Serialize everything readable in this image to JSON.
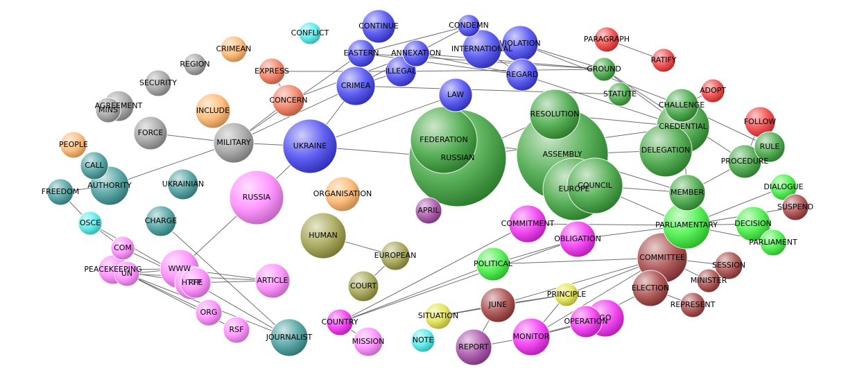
{
  "palette": {
    "blue": "#3b3bf0",
    "green": "#35a035",
    "lime": "#33ee33",
    "gray": "#9a9a9a",
    "teal": "#3a9696",
    "cyan": "#40e8e8",
    "peach": "#ffb060",
    "salmon": "#f07050",
    "red": "#f03030",
    "pink": "#ff80ff",
    "magenta": "#f020f0",
    "purple": "#a040a0",
    "maroon": "#a03838",
    "olive": "#9a9a40",
    "yellow": "#e0e040",
    "edge": "#555555"
  },
  "nodes": [
    {
      "id": "CONTINUE",
      "label": "CONTINUE",
      "color": "blue"
    },
    {
      "id": "CONDEMN",
      "label": "CONDEMN",
      "color": "blue"
    },
    {
      "id": "CONFLICT",
      "label": "CONFLICT",
      "color": "cyan"
    },
    {
      "id": "EASTERN",
      "label": "EASTERN",
      "color": "blue"
    },
    {
      "id": "ANNEXATION",
      "label": "ANNEXATION",
      "color": "blue"
    },
    {
      "id": "INTERNATIONAL",
      "label": "INTERNATIONAL",
      "color": "blue"
    },
    {
      "id": "VIOLATION",
      "label": "VIOLATION",
      "color": "blue"
    },
    {
      "id": "ILLEGAL",
      "label": "ILLEGAL",
      "color": "blue"
    },
    {
      "id": "REGARD",
      "label": "REGARD",
      "color": "blue"
    },
    {
      "id": "CRIMEA",
      "label": "CRIMEA",
      "color": "blue"
    },
    {
      "id": "LAW",
      "label": "LAW",
      "color": "blue"
    },
    {
      "id": "UKRAINE",
      "label": "UKRAINE",
      "color": "blue"
    },
    {
      "id": "PARAGRAPH",
      "label": "PARAGRAPH",
      "color": "red"
    },
    {
      "id": "RATIFY",
      "label": "RATIFY",
      "color": "red"
    },
    {
      "id": "ADOPT",
      "label": "ADOPT",
      "color": "red"
    },
    {
      "id": "FOLLOW",
      "label": "FOLLOW",
      "color": "red"
    },
    {
      "id": "GROUND",
      "label": "GROUND",
      "color": "green"
    },
    {
      "id": "STATUTE",
      "label": "STATUTE",
      "color": "green"
    },
    {
      "id": "CHALLENGE",
      "label": "CHALLENGE",
      "color": "green"
    },
    {
      "id": "CREDENTIAL",
      "label": "CREDENTIAL",
      "color": "green"
    },
    {
      "id": "RULE",
      "label": "RULE",
      "color": "green"
    },
    {
      "id": "DELEGATION",
      "label": "DELEGATION",
      "color": "green"
    },
    {
      "id": "PROCEDURE",
      "label": "PROCEDURE",
      "color": "green"
    },
    {
      "id": "RESOLUTION",
      "label": "RESOLUTION",
      "color": "green"
    },
    {
      "id": "FEDERATION",
      "label": "FEDERATION",
      "color": "green"
    },
    {
      "id": "RUSSIAN",
      "label": "RUSSIAN",
      "color": "green"
    },
    {
      "id": "ASSEMBLY",
      "label": "ASSEMBLY",
      "color": "green"
    },
    {
      "id": "EUROPE",
      "label": "EUROPE",
      "color": "green"
    },
    {
      "id": "COUNCIL",
      "label": "COUNCIL",
      "color": "green"
    },
    {
      "id": "MEMBER",
      "label": "MEMBER",
      "color": "green"
    },
    {
      "id": "DIALOGUE",
      "label": "DIALOGUE",
      "color": "lime"
    },
    {
      "id": "PARLIAMENTARY",
      "label": "PARLIAMENTARY",
      "color": "lime"
    },
    {
      "id": "DECISION",
      "label": "DECISION",
      "color": "lime"
    },
    {
      "id": "PARLIAMENT",
      "label": "PARLIAMENT",
      "color": "lime"
    },
    {
      "id": "POLITICAL",
      "label": "POLITICAL",
      "color": "lime"
    },
    {
      "id": "SUSPEND",
      "label": "SUSPEND",
      "color": "maroon"
    },
    {
      "id": "COMMITTEE",
      "label": "COMMITTEE",
      "color": "maroon"
    },
    {
      "id": "SESSION",
      "label": "SESSION",
      "color": "maroon"
    },
    {
      "id": "MINISTER",
      "label": "MINISTER",
      "color": "maroon"
    },
    {
      "id": "ELECTION",
      "label": "ELECTION",
      "color": "maroon"
    },
    {
      "id": "REPRESENT",
      "label": "REPRESENT",
      "color": "maroon"
    },
    {
      "id": "JUNE",
      "label": "JUNE",
      "color": "maroon"
    },
    {
      "id": "CRIMEAN",
      "label": "CRIMEAN",
      "color": "peach"
    },
    {
      "id": "INCLUDE",
      "label": "INCLUDE",
      "color": "peach"
    },
    {
      "id": "PEOPLE",
      "label": "PEOPLE",
      "color": "peach"
    },
    {
      "id": "ORGANISATION",
      "label": "ORGANISATION",
      "color": "peach"
    },
    {
      "id": "EXPRESS",
      "label": "EXPRESS",
      "color": "salmon"
    },
    {
      "id": "CONCERN",
      "label": "CONCERN",
      "color": "salmon"
    },
    {
      "id": "REGION",
      "label": "REGION",
      "color": "gray"
    },
    {
      "id": "SECURITY",
      "label": "SECURITY",
      "color": "gray"
    },
    {
      "id": "AGREEMENT",
      "label": "AGREEMENT",
      "color": "gray"
    },
    {
      "id": "MINS",
      "label": "MINS",
      "color": "gray"
    },
    {
      "id": "FORCE",
      "label": "FORCE",
      "color": "gray"
    },
    {
      "id": "MILITARY",
      "label": "MILITARY",
      "color": "gray"
    },
    {
      "id": "CALL",
      "label": "CALL",
      "color": "teal"
    },
    {
      "id": "AUTHORITY",
      "label": "AUTHORITY",
      "color": "teal"
    },
    {
      "id": "UKRAINIAN",
      "label": "UKRAINIAN",
      "color": "teal"
    },
    {
      "id": "FREEDOM",
      "label": "FREEDOM",
      "color": "teal"
    },
    {
      "id": "CHARGE",
      "label": "CHARGE",
      "color": "teal"
    },
    {
      "id": "JOURNALIST",
      "label": "JOURNALIST",
      "color": "teal"
    },
    {
      "id": "OSCE",
      "label": "OSCE",
      "color": "cyan"
    },
    {
      "id": "NOTE",
      "label": "NOTE",
      "color": "cyan"
    },
    {
      "id": "RUSSIA",
      "label": "RUSSIA",
      "color": "pink"
    },
    {
      "id": "COM",
      "label": "COM",
      "color": "pink"
    },
    {
      "id": "PEACEKEEPING",
      "label": "PEACEKEEPING",
      "color": "pink"
    },
    {
      "id": "UN",
      "label": "UN",
      "color": "pink"
    },
    {
      "id": "WWW",
      "label": "WWW",
      "color": "pink"
    },
    {
      "id": "HTTP",
      "label": "HTTP",
      "color": "pink"
    },
    {
      "id": "RFE",
      "label": "RFE",
      "color": "pink"
    },
    {
      "id": "ARTICLE",
      "label": "ARTICLE",
      "color": "pink"
    },
    {
      "id": "ORG",
      "label": "ORG",
      "color": "pink"
    },
    {
      "id": "RSF",
      "label": "RSF",
      "color": "pink"
    },
    {
      "id": "MISSION",
      "label": "MISSION",
      "color": "pink"
    },
    {
      "id": "HUMAN",
      "label": "HUMAN",
      "color": "olive"
    },
    {
      "id": "EUROPEAN",
      "label": "EUROPEAN",
      "color": "olive"
    },
    {
      "id": "COURT",
      "label": "COURT",
      "color": "olive"
    },
    {
      "id": "APRIL",
      "label": "APRIL",
      "color": "purple"
    },
    {
      "id": "REPORT",
      "label": "REPORT",
      "color": "purple"
    },
    {
      "id": "COMMITMENT",
      "label": "COMMITMENT",
      "color": "magenta"
    },
    {
      "id": "OBLIGATION",
      "label": "OBLIGATION",
      "color": "magenta"
    },
    {
      "id": "COUNTRY",
      "label": "COUNTRY",
      "color": "magenta"
    },
    {
      "id": "MONITOR",
      "label": "MONITOR",
      "color": "magenta"
    },
    {
      "id": "OPERATION",
      "label": "OPERATION",
      "color": "magenta"
    },
    {
      "id": "GO",
      "label": "GO",
      "color": "magenta"
    },
    {
      "id": "SITUATION",
      "label": "SITUATION",
      "color": "yellow"
    },
    {
      "id": "PRINCIPLE",
      "label": "PRINCIPLE",
      "color": "yellow"
    }
  ],
  "edges": [
    [
      "CONDEMN",
      "ANNEXATION"
    ],
    [
      "CONDEMN",
      "EASTERN"
    ],
    [
      "CONDEMN",
      "INTERNATIONAL"
    ],
    [
      "EASTERN",
      "REGARD"
    ],
    [
      "EASTERN",
      "GROUND"
    ],
    [
      "EASTERN",
      "CRIMEA"
    ],
    [
      "ANNEXATION",
      "GROUND"
    ],
    [
      "ANNEXATION",
      "REGARD"
    ],
    [
      "ANNEXATION",
      "CRIMEA"
    ],
    [
      "ILLEGAL",
      "GROUND"
    ],
    [
      "ILLEGAL",
      "CRIMEA"
    ],
    [
      "CRIMEA",
      "STATUTE"
    ],
    [
      "VIOLATION",
      "CHALLENGE"
    ],
    [
      "VIOLATION",
      "GROUND"
    ],
    [
      "INTERNATIONAL",
      "REGARD"
    ],
    [
      "REGARD",
      "CREDENTIAL"
    ],
    [
      "GROUND",
      "CREDENTIAL"
    ],
    [
      "GROUND",
      "PROCEDURE"
    ],
    [
      "PARAGRAPH",
      "RATIFY"
    ],
    [
      "ADOPT",
      "CHALLENGE"
    ],
    [
      "FOLLOW",
      "PROCEDURE"
    ],
    [
      "CHALLENGE",
      "RULE"
    ],
    [
      "CREDENTIAL",
      "DELEGATION"
    ],
    [
      "CREDENTIAL",
      "MEMBER"
    ],
    [
      "RULE",
      "PROCEDURE"
    ],
    [
      "PROCEDURE",
      "MEMBER"
    ],
    [
      "DIALOGUE",
      "PARLIAMENTARY"
    ],
    [
      "SUSPEND",
      "PARLIAMENTARY"
    ],
    [
      "DECISION",
      "PARLIAMENTARY"
    ],
    [
      "PARLIAMENT",
      "PARLIAMENTARY"
    ],
    [
      "MEMBER",
      "COUNCIL"
    ],
    [
      "MEMBER",
      "PARLIAMENTARY"
    ],
    [
      "PARLIAMENTARY",
      "COMMITTEE"
    ],
    [
      "PARLIAMENTARY",
      "COUNCIL"
    ],
    [
      "COMMITTEE",
      "SESSION"
    ],
    [
      "COMMITTEE",
      "MINISTER"
    ],
    [
      "COMMITTEE",
      "ELECTION"
    ],
    [
      "ELECTION",
      "REPRESENT"
    ],
    [
      "MINISTER",
      "SESSION"
    ],
    [
      "COMMITTEE",
      "PRINCIPLE"
    ],
    [
      "COMMITTEE",
      "MONITOR"
    ],
    [
      "ELECTION",
      "OPERATION"
    ],
    [
      "ASSEMBLY",
      "DELEGATION"
    ],
    [
      "ASSEMBLY",
      "RESOLUTION"
    ],
    [
      "ASSEMBLY",
      "COUNCIL"
    ],
    [
      "ASSEMBLY",
      "MEMBER"
    ],
    [
      "RESOLUTION",
      "CREDENTIAL"
    ],
    [
      "RUSSIAN",
      "RESOLUTION"
    ],
    [
      "FEDERATION",
      "ASSEMBLY"
    ],
    [
      "RUSSIAN",
      "CREDENTIAL"
    ],
    [
      "UKRAINE",
      "RUSSIAN"
    ],
    [
      "UKRAINE",
      "CRIMEA"
    ],
    [
      "UKRAINE",
      "LAW"
    ],
    [
      "UKRAINE",
      "RUSSIA"
    ],
    [
      "MILITARY",
      "UKRAINE"
    ],
    [
      "MILITARY",
      "FORCE"
    ],
    [
      "MILITARY",
      "CRIMEA"
    ],
    [
      "MILITARY",
      "CONCERN"
    ],
    [
      "MILITARY",
      "EASTERN"
    ],
    [
      "MILITARY",
      "AUTHORITY"
    ],
    [
      "EXPRESS",
      "CONCERN"
    ],
    [
      "EXPRESS",
      "ILLEGAL"
    ],
    [
      "CONCERN",
      "ANNEXATION"
    ],
    [
      "LAW",
      "FEDERATION"
    ],
    [
      "HUMAN",
      "EUROPEAN"
    ],
    [
      "EUROPEAN",
      "COURT"
    ],
    [
      "FREEDOM",
      "AUTHORITY"
    ],
    [
      "FREEDOM",
      "OSCE"
    ],
    [
      "OSCE",
      "COM"
    ],
    [
      "CHARGE",
      "JOURNALIST"
    ],
    [
      "WWW",
      "RUSSIA"
    ],
    [
      "WWW",
      "ARTICLE"
    ],
    [
      "WWW",
      "PEACEKEEPING"
    ],
    [
      "HTTP",
      "ARTICLE"
    ],
    [
      "PEACEKEEPING",
      "HTTP"
    ],
    [
      "UN",
      "ARTICLE"
    ],
    [
      "UN",
      "WWW"
    ],
    [
      "COM",
      "RFE"
    ],
    [
      "ORG",
      "UN"
    ],
    [
      "RSF",
      "UN"
    ],
    [
      "JOURNALIST",
      "UN"
    ],
    [
      "JOURNALIST",
      "OSCE"
    ],
    [
      "COUNTRY",
      "COMMITMENT"
    ],
    [
      "COUNTRY",
      "OBLIGATION"
    ],
    [
      "COUNTRY",
      "POLITICAL"
    ],
    [
      "POLITICAL",
      "OBLIGATION"
    ],
    [
      "POLITICAL",
      "COMMITTEE"
    ],
    [
      "OBLIGATION",
      "PARLIAMENTARY"
    ],
    [
      "COMMITMENT",
      "PARLIAMENTARY"
    ],
    [
      "JUNE",
      "PRINCIPLE"
    ],
    [
      "JUNE",
      "COMMITTEE"
    ],
    [
      "SITUATION",
      "JUNE"
    ],
    [
      "SITUATION",
      "PRINCIPLE"
    ],
    [
      "REPORT",
      "MONITOR"
    ],
    [
      "MONITOR",
      "OPERATION"
    ],
    [
      "MONITOR",
      "GO"
    ],
    [
      "REPORT",
      "JUNE"
    ],
    [
      "MONITOR",
      "PRINCIPLE"
    ],
    [
      "COUNTRY",
      "MISSION"
    ]
  ]
}
